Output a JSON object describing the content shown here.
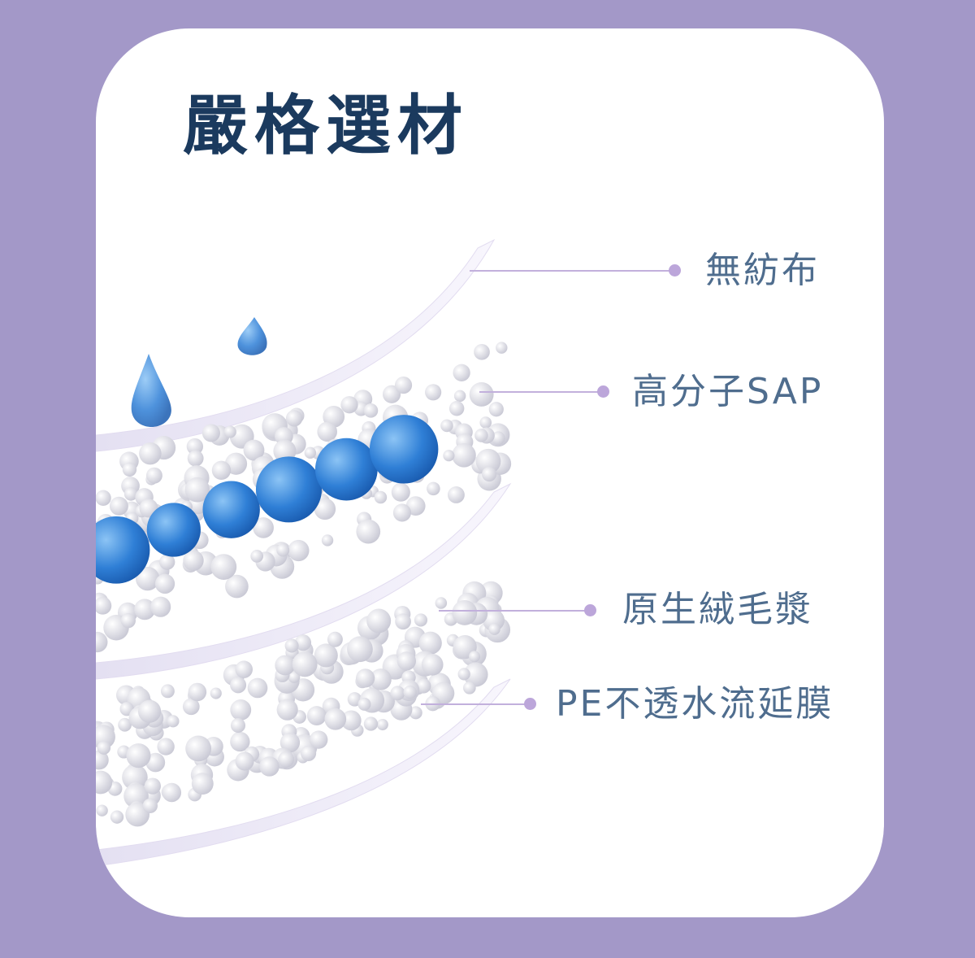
{
  "title": "嚴格選材",
  "layers": [
    {
      "label": "無紡布"
    },
    {
      "label": "高分子SAP"
    },
    {
      "label": "原生絨毛漿"
    },
    {
      "label": "PE不透水流延膜"
    }
  ],
  "colors": {
    "background": "#a398c8",
    "title": "#1b3a5e",
    "label": "#4f6d8e",
    "line": "#c2b0dc",
    "sap": "#2f7fd6"
  }
}
